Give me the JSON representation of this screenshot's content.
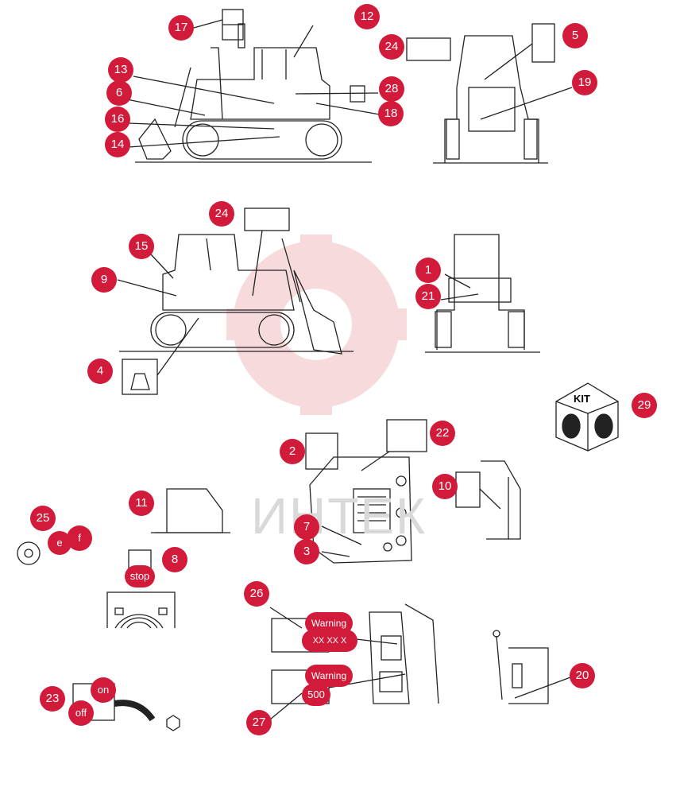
{
  "watermark_text": "ИНТЕК",
  "kit_label": "KIT",
  "callouts": [
    {
      "id": "c17",
      "label": "17"
    },
    {
      "id": "c12",
      "label": "12"
    },
    {
      "id": "c24a",
      "label": "24"
    },
    {
      "id": "c5",
      "label": "5"
    },
    {
      "id": "c13",
      "label": "13"
    },
    {
      "id": "c28",
      "label": "28"
    },
    {
      "id": "c19",
      "label": "19"
    },
    {
      "id": "c6",
      "label": "6"
    },
    {
      "id": "c18",
      "label": "18"
    },
    {
      "id": "c16",
      "label": "16"
    },
    {
      "id": "c14",
      "label": "14"
    },
    {
      "id": "c24b",
      "label": "24"
    },
    {
      "id": "c15",
      "label": "15"
    },
    {
      "id": "c1",
      "label": "1"
    },
    {
      "id": "c9",
      "label": "9"
    },
    {
      "id": "c21",
      "label": "21"
    },
    {
      "id": "c4",
      "label": "4"
    },
    {
      "id": "c29",
      "label": "29"
    },
    {
      "id": "c22",
      "label": "22"
    },
    {
      "id": "c2",
      "label": "2"
    },
    {
      "id": "c10",
      "label": "10"
    },
    {
      "id": "c11",
      "label": "11"
    },
    {
      "id": "c25",
      "label": "25"
    },
    {
      "id": "c7",
      "label": "7"
    },
    {
      "id": "c3",
      "label": "3"
    },
    {
      "id": "c8",
      "label": "8"
    },
    {
      "id": "c26",
      "label": "26"
    },
    {
      "id": "c20",
      "label": "20"
    },
    {
      "id": "c23",
      "label": "23"
    },
    {
      "id": "c27",
      "label": "27"
    }
  ],
  "tags": {
    "e": "e",
    "f": "f",
    "stop": "stop",
    "on": "on",
    "off": "off",
    "warning1": "Warning",
    "xx": "XX XX X",
    "warning2": "Warning",
    "n500": "500"
  },
  "colors": {
    "callout": "#d21a3a",
    "line": "#222222",
    "watermark": "#f3c9cc"
  }
}
